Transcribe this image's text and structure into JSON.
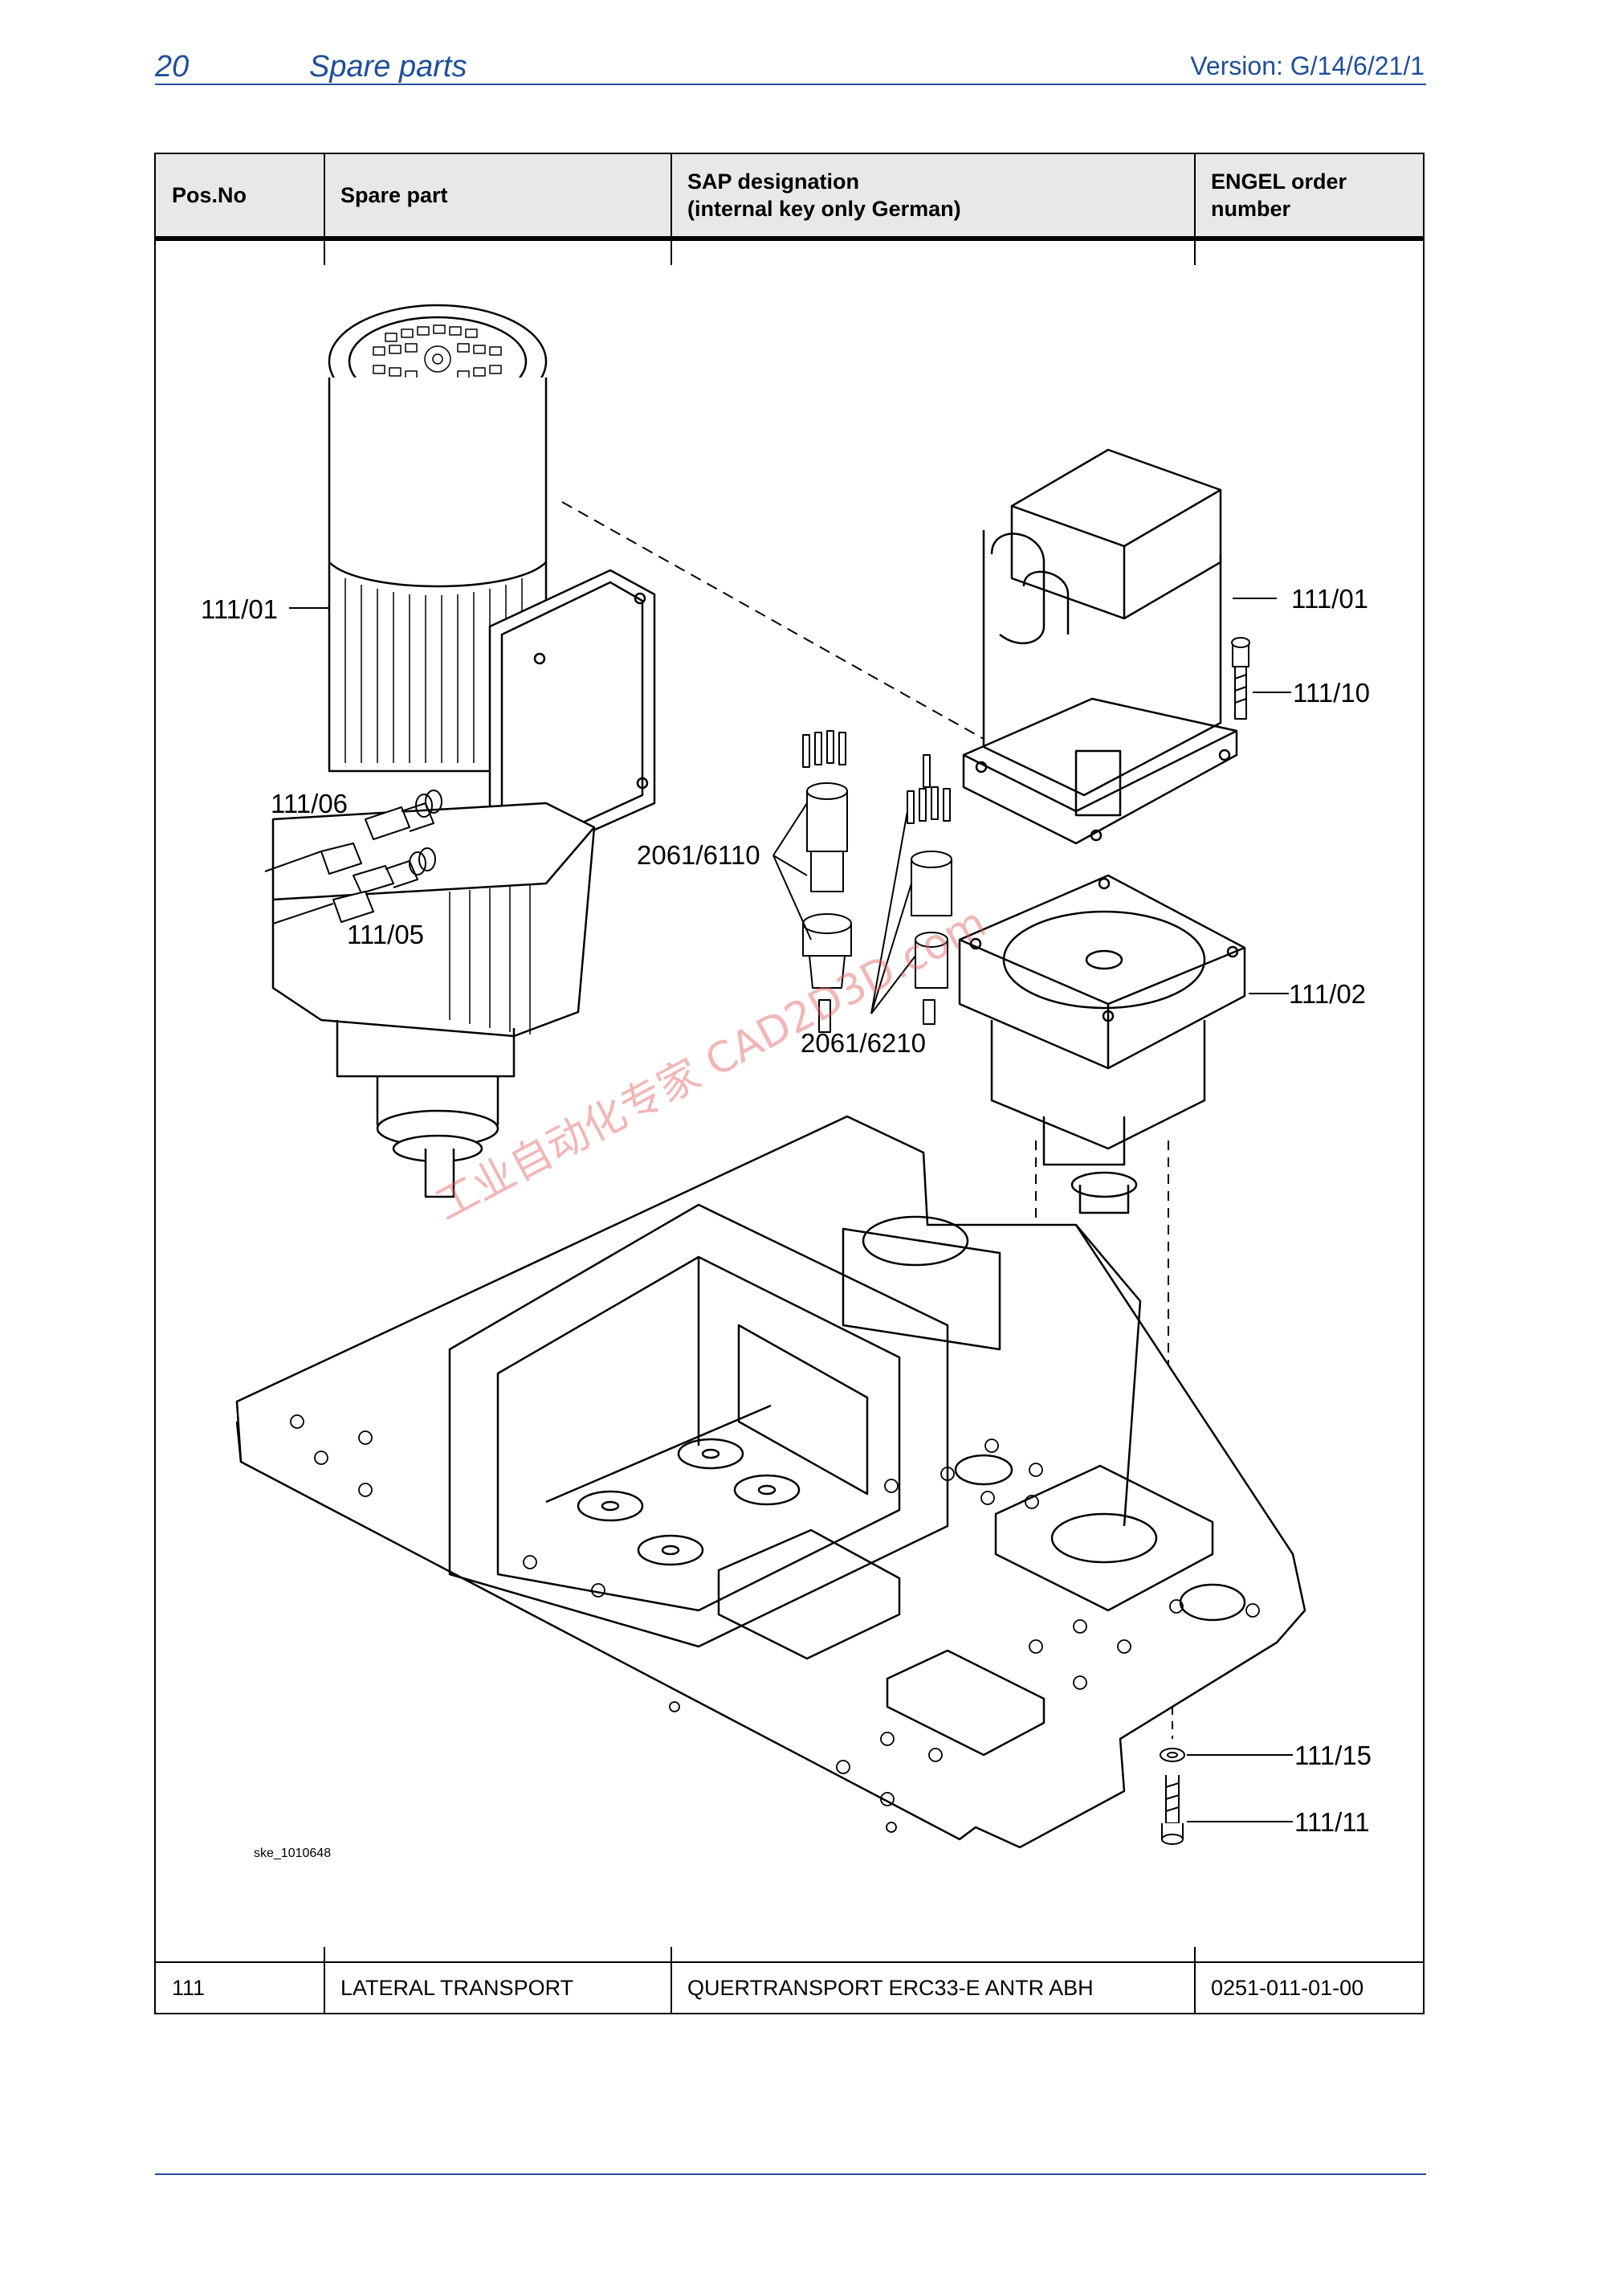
{
  "header": {
    "page_number": "20",
    "title": "Spare parts",
    "version": "Version: G/14/6/21/1"
  },
  "table": {
    "columns": [
      {
        "line1": "Pos.No",
        "line2": ""
      },
      {
        "line1": "Spare part",
        "line2": ""
      },
      {
        "line1": "SAP designation",
        "line2": "(internal key only German)"
      },
      {
        "line1": "ENGEL order",
        "line2": "number"
      }
    ],
    "row": {
      "pos_no": "111",
      "spare_part": "LATERAL TRANSPORT",
      "sap_designation": "QUERTRANSPORT ERC33-E ANTR ABH",
      "order_number": "0251-011-01-00"
    }
  },
  "figure": {
    "reference": "ske_1010648",
    "callouts": [
      "111/01",
      "111/06",
      "111/05",
      "2061/6110",
      "2061/6210",
      "111/01",
      "111/10",
      "111/02",
      "111/15",
      "111/11"
    ],
    "watermark": "工业自动化专家 CAD2D3D.com"
  }
}
